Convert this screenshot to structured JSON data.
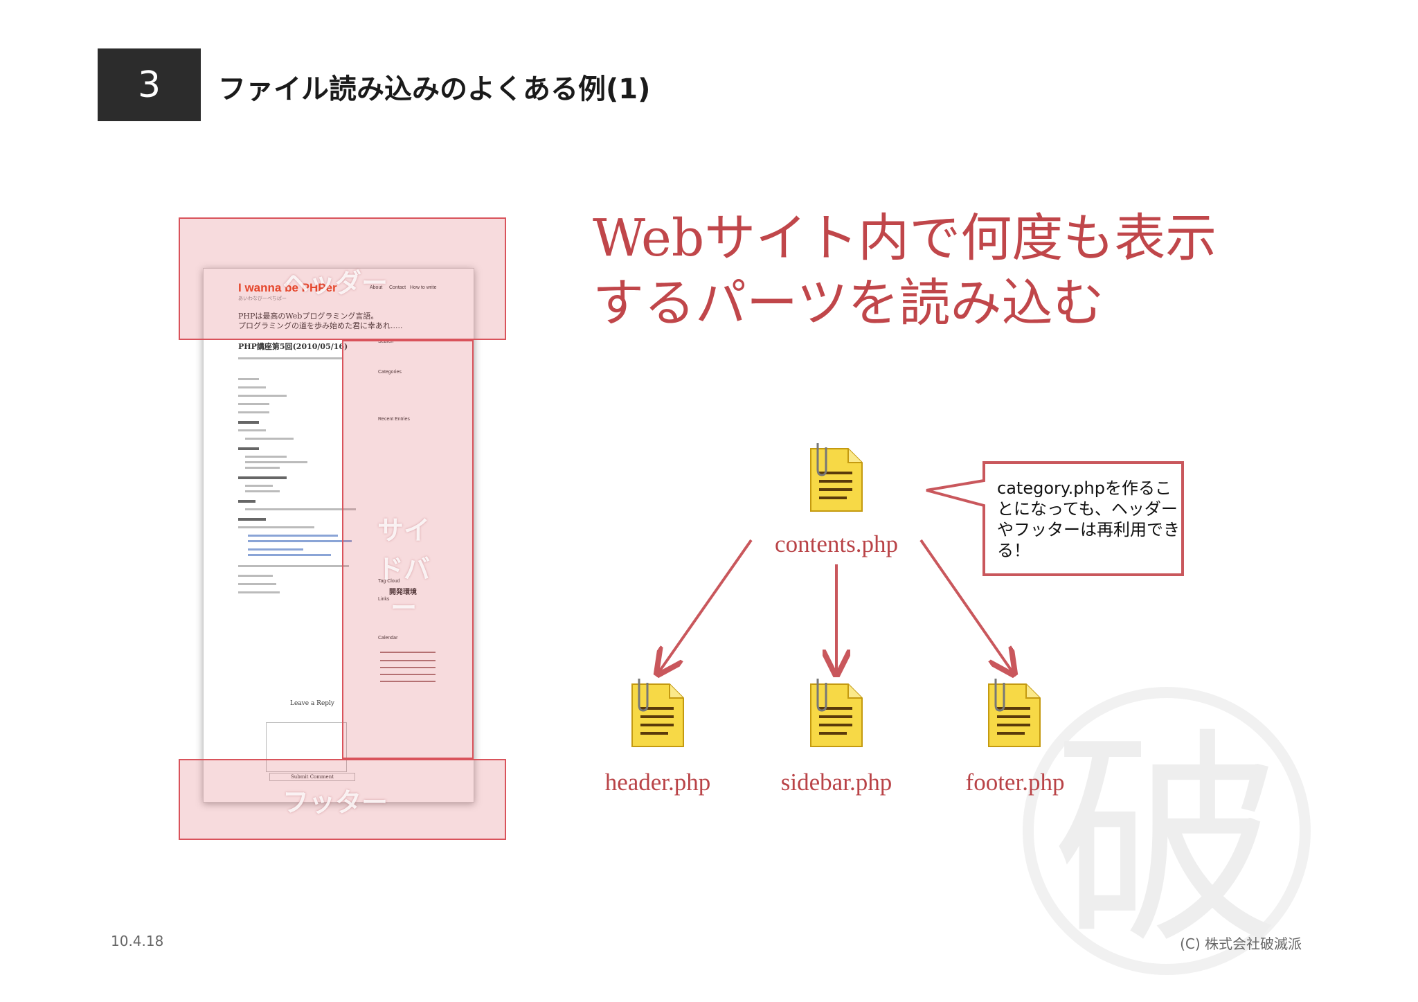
{
  "slide": {
    "number": "3",
    "title": "ファイル読み込みのよくある例(1)"
  },
  "headline": {
    "line1": "Webサイト内で何度も表示",
    "line2": "するパーツを読み込む"
  },
  "diagram": {
    "top_file": "contents.php",
    "bottom_files": [
      "header.php",
      "sidebar.php",
      "footer.php"
    ],
    "callout": "category.phpを作ることになっても、ヘッダーやフッターは再利用できる！",
    "icon": "document-clip-icon"
  },
  "mockup": {
    "site_title": "I wanna be PHPer",
    "site_subtitle": "あいわなびーぺちぱー",
    "nav": [
      "About",
      "Contact",
      "How to write"
    ],
    "tagline1": "PHPは最高のWebプログラミング言語。",
    "tagline2": "プログラミングの道を歩み始めた君に幸あれ.....",
    "post_title": "PHP講座第5回(2010/05/16)",
    "sidebar_headings": [
      "Search",
      "Categories",
      "Recent Entries",
      "Tag Cloud",
      "Links",
      "Calendar"
    ],
    "tag_cloud_item": "開発環境",
    "leave_reply": "Leave a Reply",
    "submit": "Submit Comment",
    "regions": {
      "header": "ヘッダー",
      "sidebar": "サイドバー",
      "footer": "フッター"
    }
  },
  "footer": {
    "date": "10.4.18",
    "copyright": "(C) 株式会社破滅派"
  },
  "watermark": "破",
  "colors": {
    "accent": "#c0464a",
    "title_box": "#2c2c2c",
    "doc_icon": "#f5d33a"
  }
}
